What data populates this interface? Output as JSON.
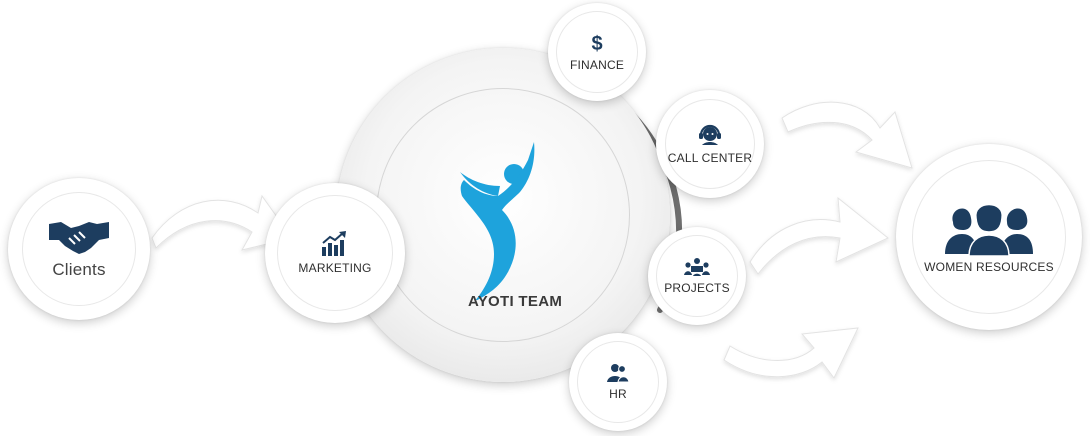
{
  "hub": {
    "label": "AYOTI TEAM"
  },
  "nodes": {
    "clients": "Clients",
    "marketing": "MARKETING",
    "finance": "FINANCE",
    "call_center": "CALL CENTER",
    "projects": "PROJECTS",
    "hr": "HR",
    "women_resources": "WOMEN RESOURCES"
  },
  "colors": {
    "icon_navy": "#1d3d5f",
    "logo_blue": "#1ea3dc",
    "hub_ring": "#7a7a7a"
  }
}
